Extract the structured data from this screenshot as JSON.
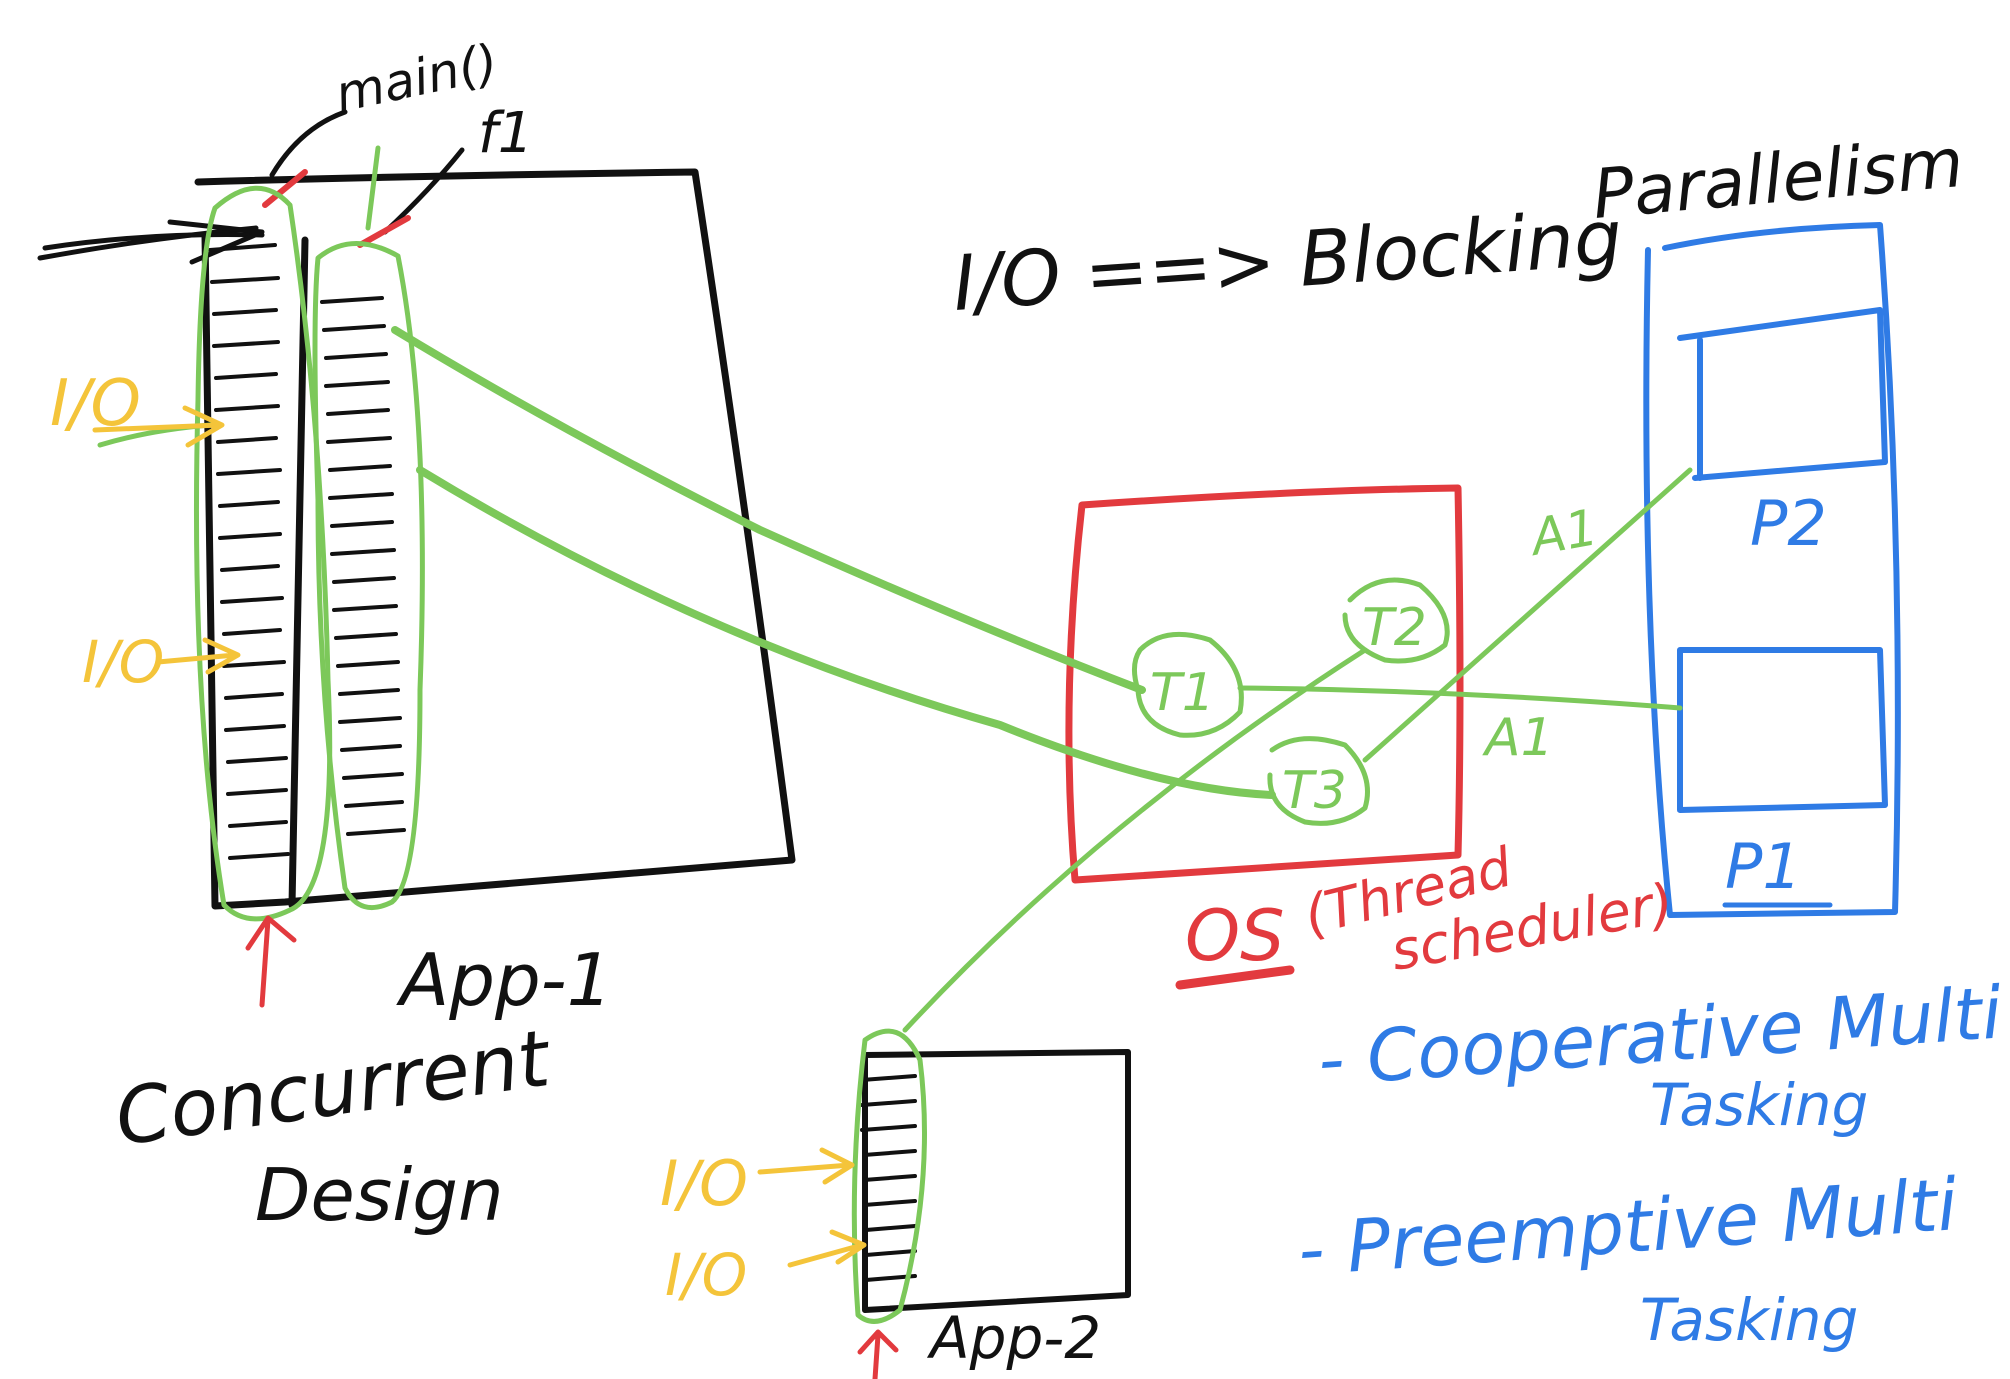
{
  "labels": {
    "main_fn": "main()",
    "f1": "f1",
    "io_blocking": "I/O ==> Blocking",
    "parallelism": "Parallelism",
    "app1": "App-1",
    "app2": "App-2",
    "concurrent": "Concurrent",
    "design": "Design",
    "io_left_1": "I/O",
    "io_left_2": "I/O",
    "io_app2_1": "I/O",
    "io_app2_2": "I/O",
    "os": "OS",
    "thread_scheduler_1": "(Thread",
    "thread_scheduler_2": "scheduler)",
    "t1": "T1",
    "t2": "T2",
    "t3": "T3",
    "a1_top": "A1",
    "a1_bottom": "A1",
    "p1": "P1",
    "p2": "P2",
    "coop_1": "- Cooperative Multi",
    "coop_2": "Tasking",
    "pre_1": "- Preemptive Multi",
    "pre_2": "Tasking"
  },
  "colors": {
    "ink": "#111111",
    "thread": "#7cc85a",
    "os": "#e23a3e",
    "cpu": "#2f7be5",
    "io": "#f4c43a"
  }
}
